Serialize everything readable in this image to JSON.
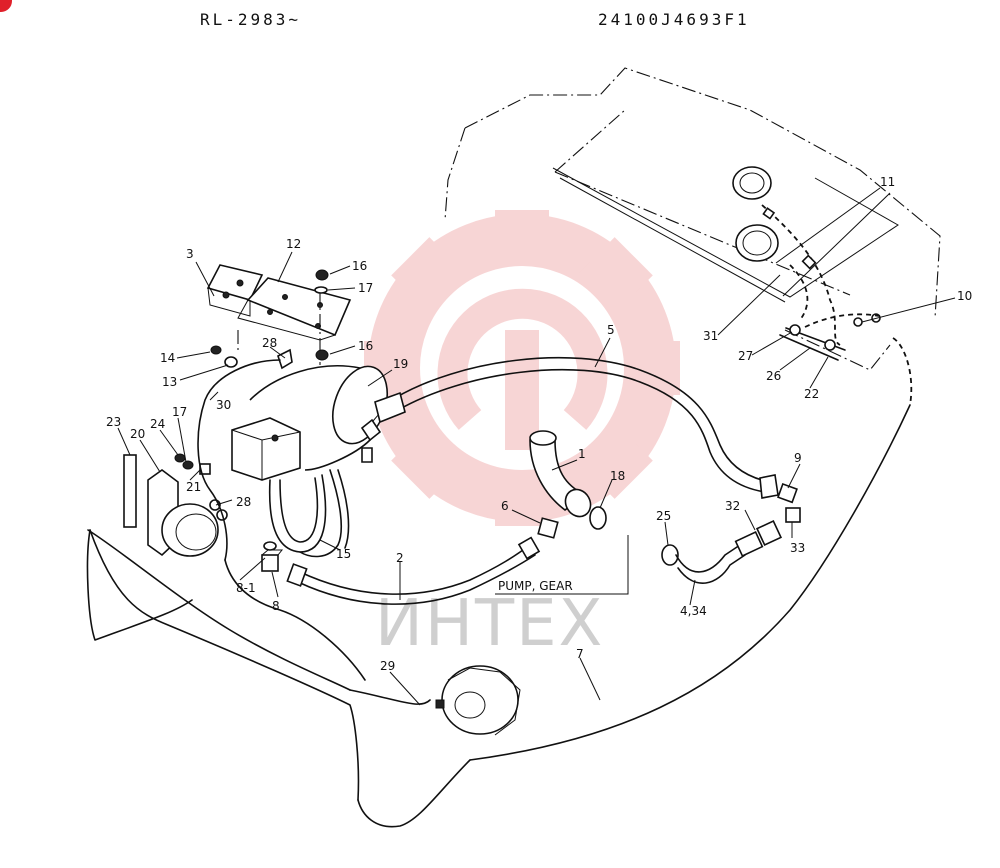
{
  "header": {
    "left": "RL-2983~",
    "right": "24100J4693F1"
  },
  "watermark": {
    "text": "ИНТЕХ",
    "gear_color": "#f2b3b3",
    "text_color": "#cfcfcf"
  },
  "labels": {
    "pump_gear": "PUMP, GEAR",
    "l1": "1",
    "l2": "2",
    "l3": "3",
    "l4_34": "4,34",
    "l5": "5",
    "l6": "6",
    "l7": "7",
    "l8": "8",
    "l8_1": "8-1",
    "l9": "9",
    "l10": "10",
    "l11": "11",
    "l12": "12",
    "l13": "13",
    "l14": "14",
    "l15": "15",
    "l16a": "16",
    "l16b": "16",
    "l17a": "17",
    "l17b": "17",
    "l18": "18",
    "l19": "19",
    "l20": "20",
    "l21": "21",
    "l22": "22",
    "l23": "23",
    "l24": "24",
    "l25": "25",
    "l26": "26",
    "l27": "27",
    "l28a": "28",
    "l28b": "28",
    "l29": "29",
    "l30": "30",
    "l31": "31",
    "l32": "32",
    "l33": "33"
  }
}
